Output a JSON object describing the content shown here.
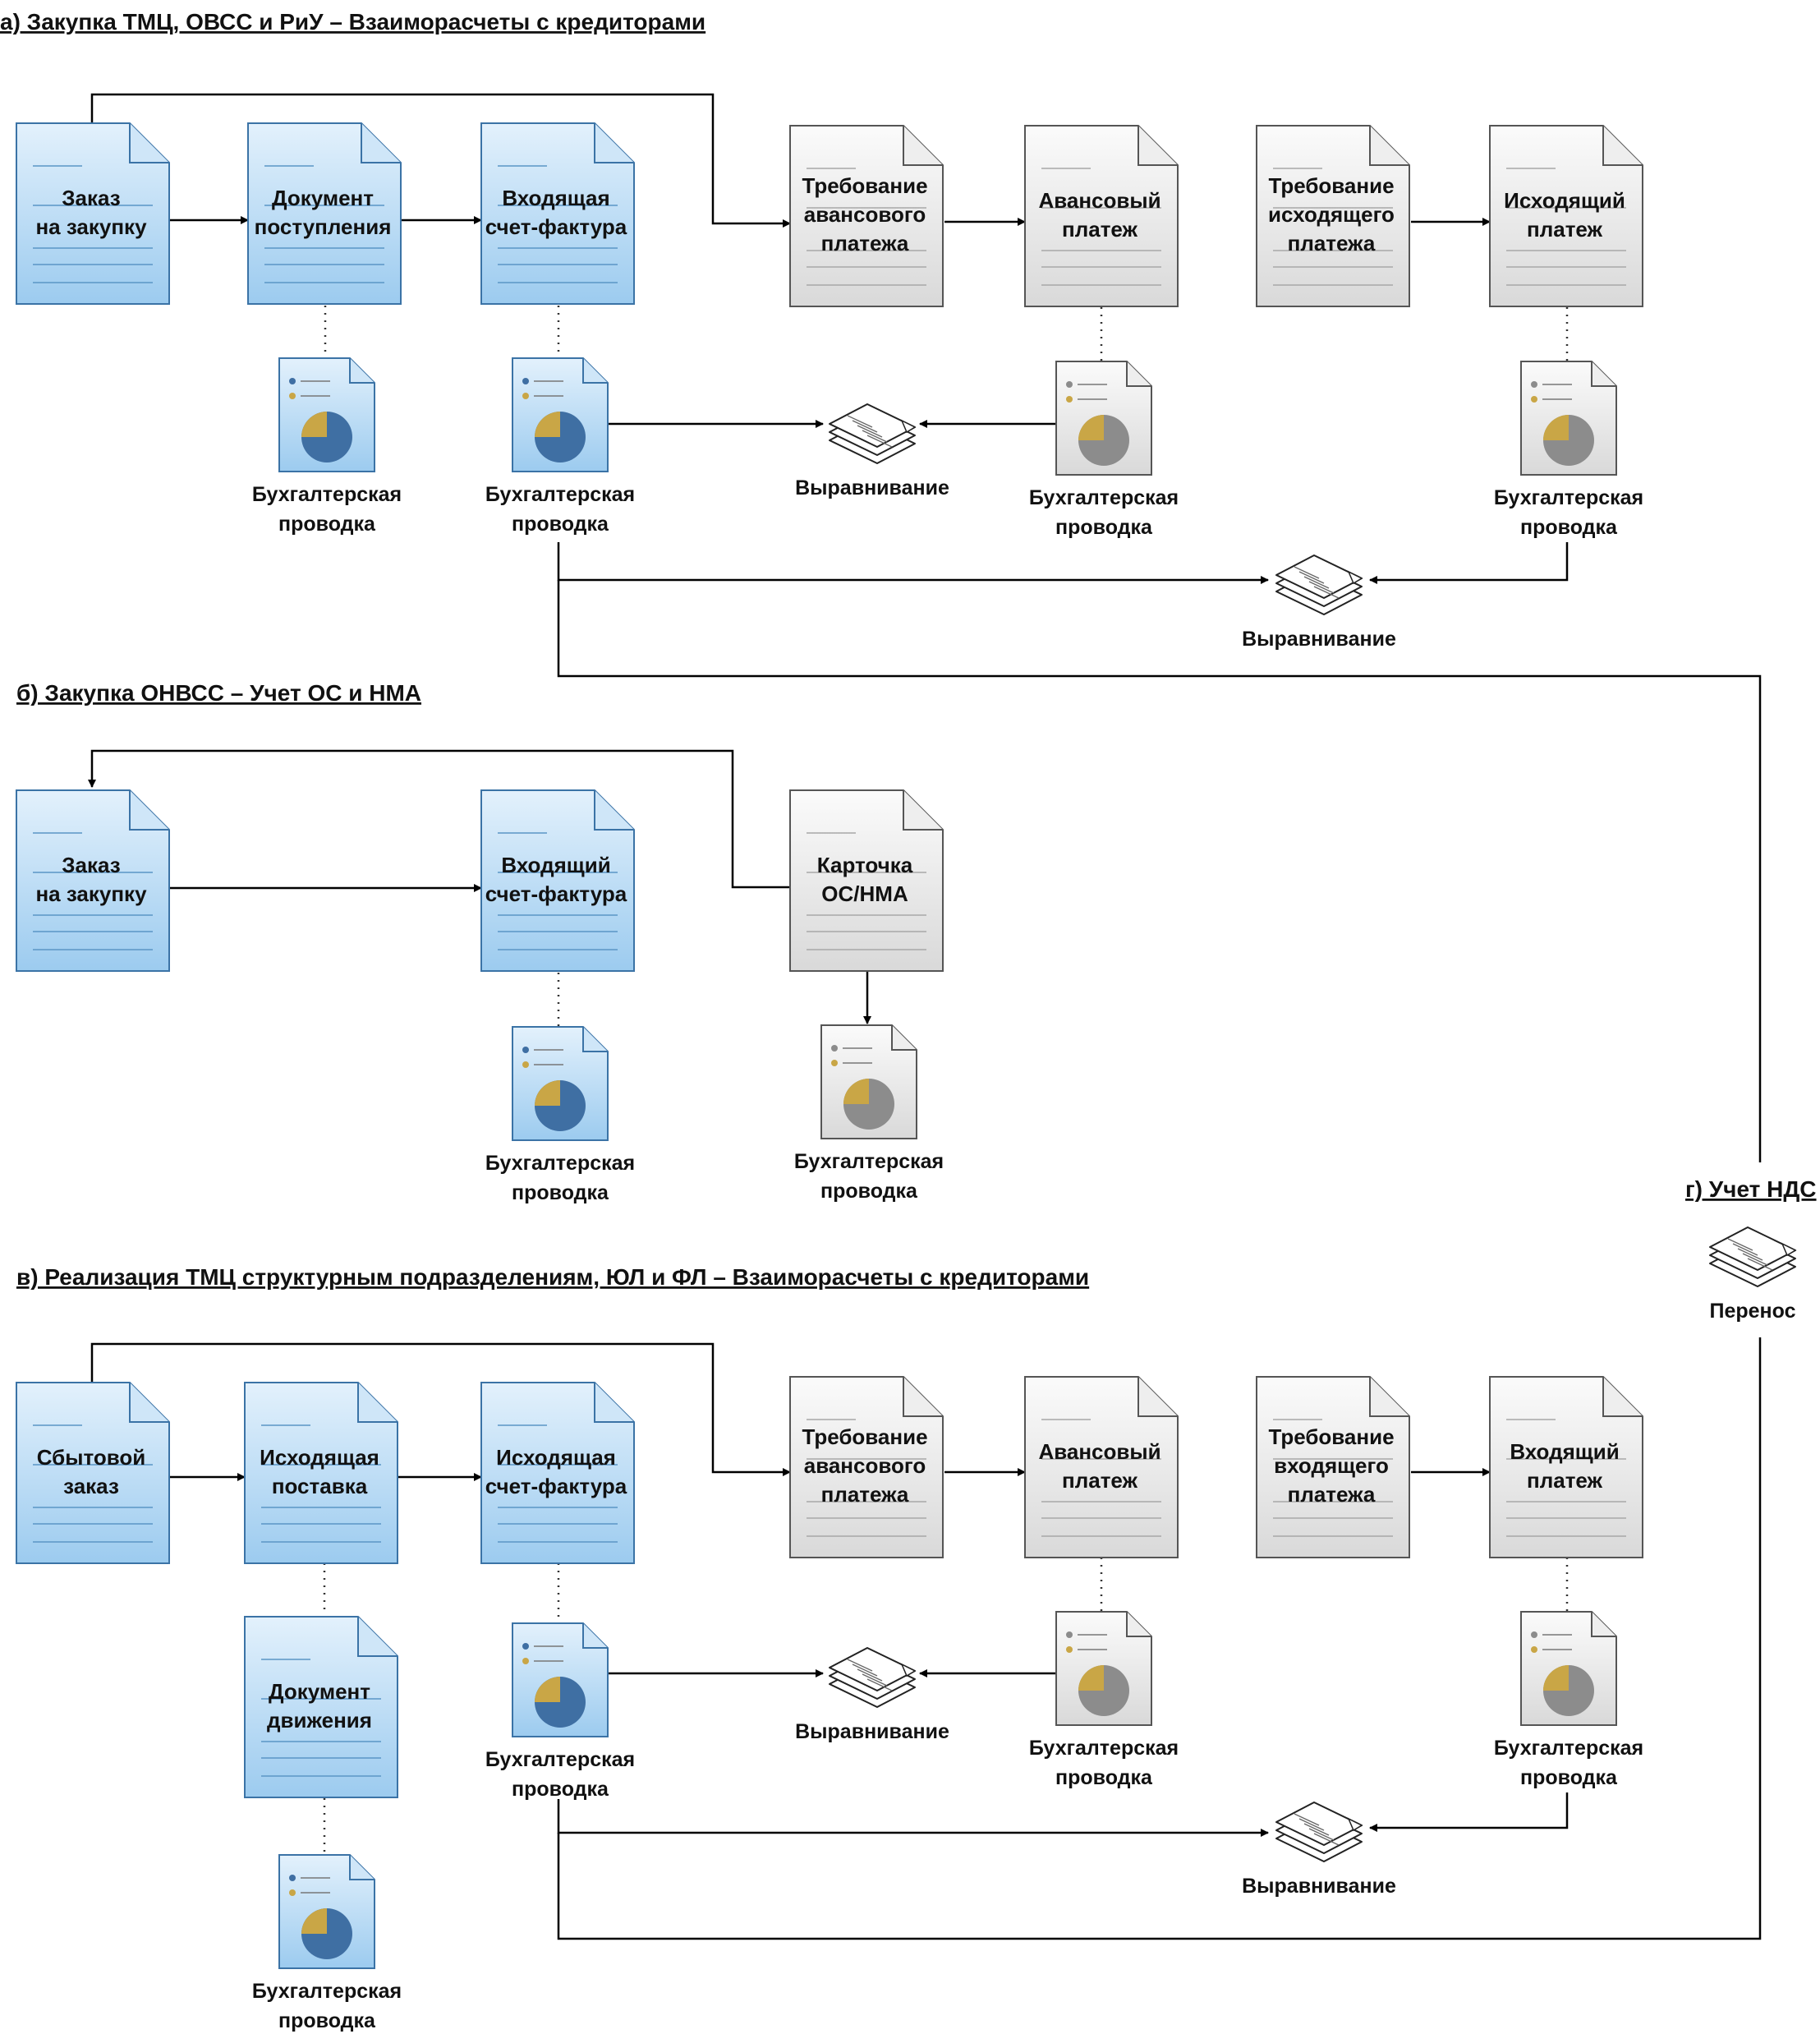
{
  "colors": {
    "blue_fill_top": "#deeefb",
    "blue_fill_bottom": "#9ccbef",
    "blue_border": "#3b73a6",
    "gray_fill_top": "#fafafa",
    "gray_fill_bottom": "#dddddd",
    "gray_border": "#555555",
    "pie_blue": "#3f6fa3",
    "pie_gray": "#8c8c8c",
    "pie_gold": "#c9a646",
    "line": "#000000"
  },
  "sections": {
    "a": "а) Закупка ТМЦ, ОВСС и РиУ – Взаиморасчеты с кредиторами",
    "b": "б) Закупка ОНВСС – Учет ОС и НМА",
    "v": "в) Реализация ТМЦ структурным подразделениям, ЮЛ и ФЛ  – Взаиморасчеты с кредиторами",
    "g": "г) Учет НДС"
  },
  "documents": [
    {
      "id": "a1",
      "style": "blue",
      "lines": [
        "Заказ",
        "на закупку"
      ]
    },
    {
      "id": "a2",
      "style": "blue",
      "lines": [
        "Документ",
        "поступления"
      ]
    },
    {
      "id": "a3",
      "style": "blue",
      "lines": [
        "Входящая",
        "счет-фактура"
      ]
    },
    {
      "id": "a4",
      "style": "gray",
      "lines": [
        "Требование",
        "авансового",
        "платежа"
      ]
    },
    {
      "id": "a5",
      "style": "gray",
      "lines": [
        "Авансовый",
        "платеж"
      ]
    },
    {
      "id": "a6",
      "style": "gray",
      "lines": [
        "Требование",
        "исходящего",
        "платежа"
      ]
    },
    {
      "id": "a7",
      "style": "gray",
      "lines": [
        "Исходящий",
        "платеж"
      ]
    },
    {
      "id": "b1",
      "style": "blue",
      "lines": [
        "Заказ",
        "на закупку"
      ]
    },
    {
      "id": "b2",
      "style": "blue",
      "lines": [
        "Входящий",
        "счет-фактура"
      ]
    },
    {
      "id": "b3",
      "style": "gray",
      "lines": [
        "Карточка",
        "ОС/НМА"
      ]
    },
    {
      "id": "v1",
      "style": "blue",
      "lines": [
        "Сбытовой",
        "заказ"
      ]
    },
    {
      "id": "v2",
      "style": "blue",
      "lines": [
        "Исходящая",
        "поставка"
      ]
    },
    {
      "id": "v3",
      "style": "blue",
      "lines": [
        "Исходящая",
        "счет-фактура"
      ]
    },
    {
      "id": "v4",
      "style": "gray",
      "lines": [
        "Требование",
        "авансового",
        "платежа"
      ]
    },
    {
      "id": "v5",
      "style": "gray",
      "lines": [
        "Авансовый",
        "платеж"
      ]
    },
    {
      "id": "v6",
      "style": "gray",
      "lines": [
        "Требование",
        "входящего",
        "платежа"
      ]
    },
    {
      "id": "v7",
      "style": "gray",
      "lines": [
        "Входящий",
        "платеж"
      ]
    },
    {
      "id": "v8",
      "style": "blue",
      "lines": [
        "Документ",
        "движения"
      ]
    }
  ],
  "postings": [
    {
      "id": "pa1",
      "style": "blue",
      "lines": [
        "Бухгалтерская",
        "проводка"
      ]
    },
    {
      "id": "pa2",
      "style": "blue",
      "lines": [
        "Бухгалтерская",
        "проводка"
      ]
    },
    {
      "id": "pa3",
      "style": "gray",
      "lines": [
        "Бухгалтерская",
        "проводка"
      ]
    },
    {
      "id": "pa4",
      "style": "gray",
      "lines": [
        "Бухгалтерская",
        "проводка"
      ]
    },
    {
      "id": "pb1",
      "style": "blue",
      "lines": [
        "Бухгалтерская",
        "проводка"
      ]
    },
    {
      "id": "pb2",
      "style": "gray",
      "lines": [
        "Бухгалтерская",
        "проводка"
      ]
    },
    {
      "id": "pv1",
      "style": "blue",
      "lines": [
        "Бухгалтерская",
        "проводка"
      ]
    },
    {
      "id": "pv2",
      "style": "gray",
      "lines": [
        "Бухгалтерская",
        "проводка"
      ]
    },
    {
      "id": "pv3",
      "style": "gray",
      "lines": [
        "Бухгалтерская",
        "проводка"
      ]
    },
    {
      "id": "pv4",
      "style": "blue",
      "lines": [
        "Бухгалтерская",
        "проводка"
      ]
    }
  ],
  "stacks": [
    {
      "id": "sa1",
      "label": "Выравнивание"
    },
    {
      "id": "sa2",
      "label": "Выравнивание"
    },
    {
      "id": "sg1",
      "label": "Перенос"
    },
    {
      "id": "sv1",
      "label": "Выравнивание"
    },
    {
      "id": "sv2",
      "label": "Выравнивание"
    }
  ]
}
